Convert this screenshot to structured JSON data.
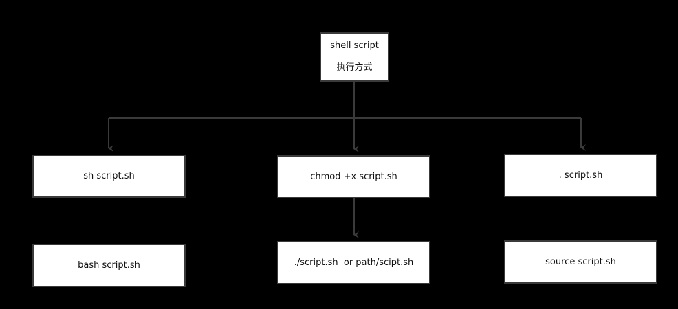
{
  "colors": {
    "background": "#000000",
    "box_fill": "#ffffff",
    "box_border": "#3a3a3a",
    "connector": "#3a3a3a",
    "text": "#111111"
  },
  "nodes": {
    "root": {
      "line1": "shell script",
      "line2": "执行方式"
    },
    "sh": {
      "label": "sh script.sh"
    },
    "chmod": {
      "label": "chmod +x script.sh"
    },
    "dot": {
      "label": ". script.sh"
    },
    "bash": {
      "label": "bash script.sh"
    },
    "run": {
      "label": "./script.sh  or path/scipt.sh"
    },
    "source": {
      "label": "source script.sh"
    }
  },
  "edges": [
    {
      "from": "root",
      "to": "sh"
    },
    {
      "from": "root",
      "to": "chmod"
    },
    {
      "from": "root",
      "to": "dot"
    },
    {
      "from": "chmod",
      "to": "run"
    }
  ]
}
